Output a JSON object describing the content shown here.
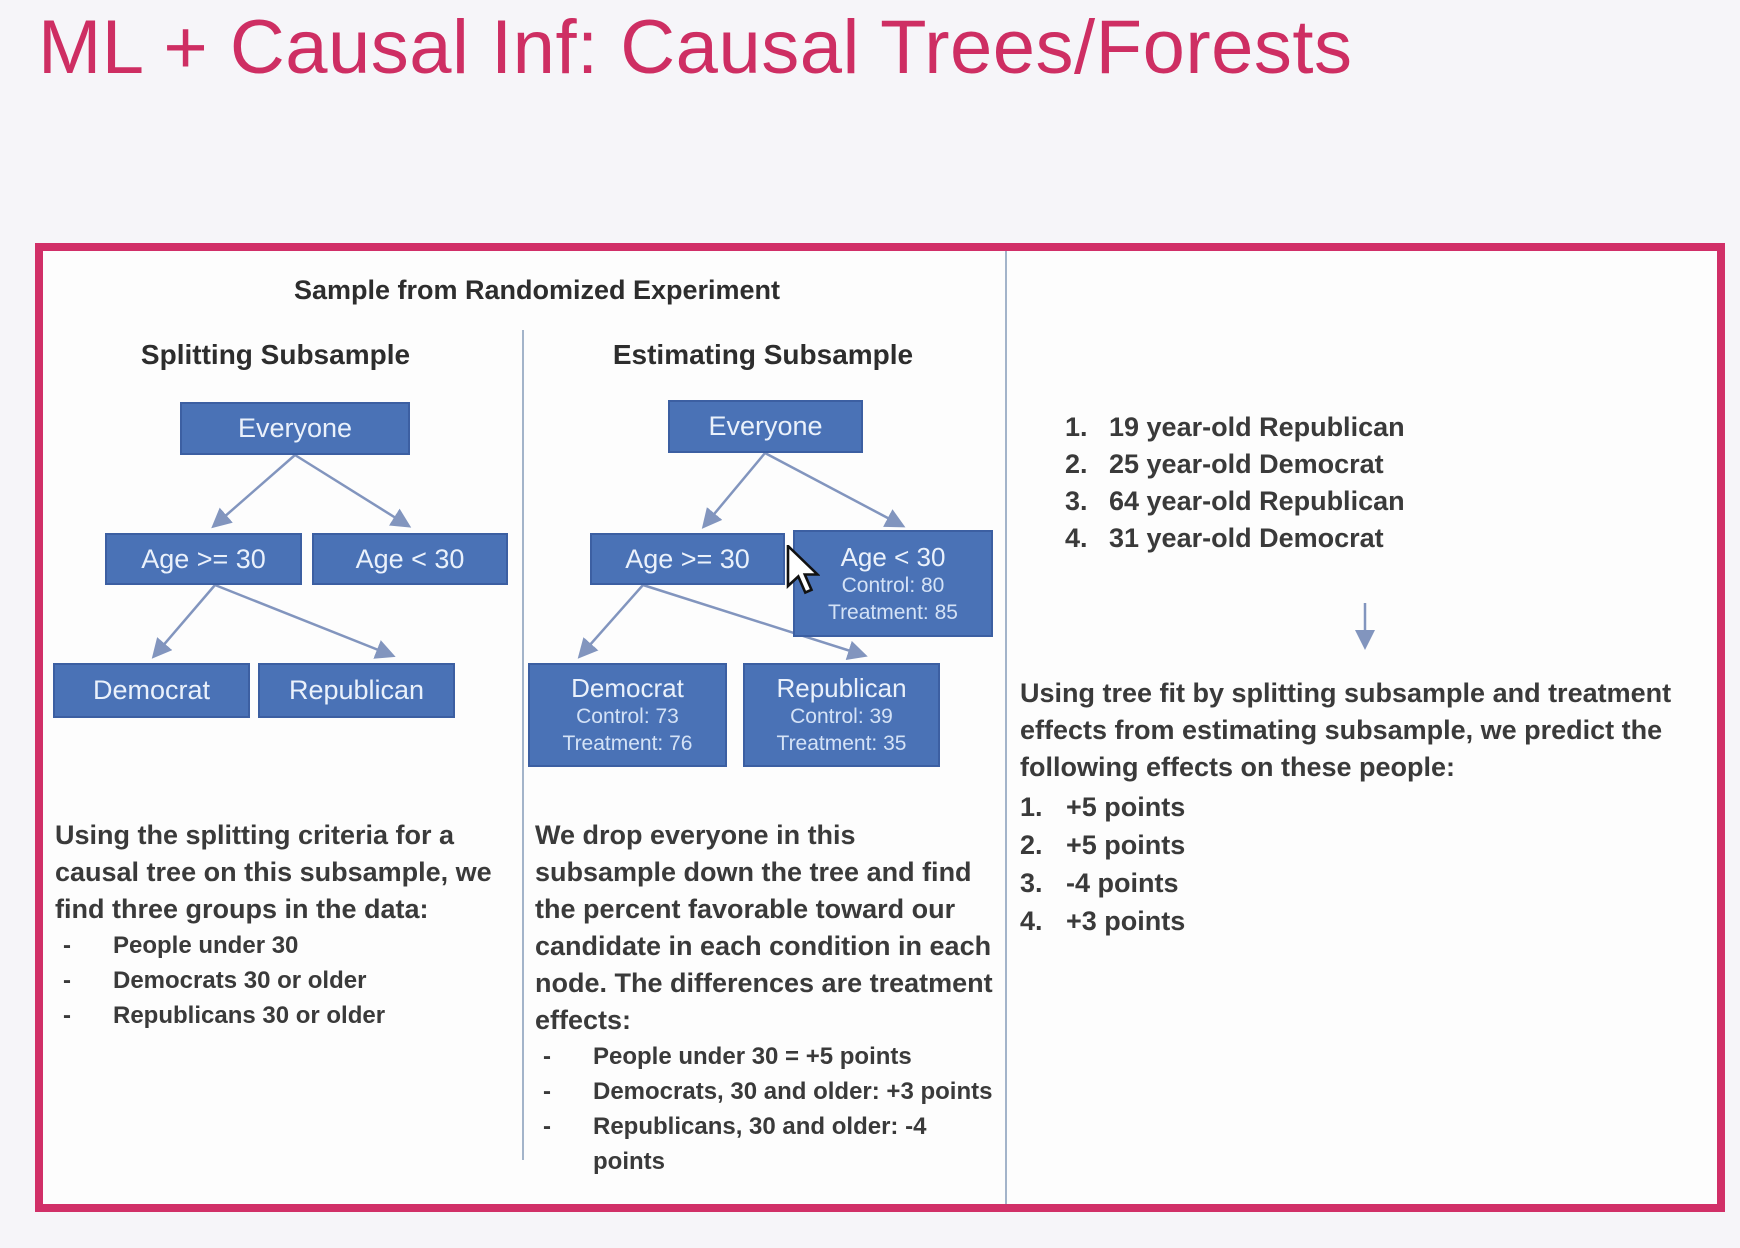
{
  "title": "ML + Causal Inf: Causal Trees/Forests",
  "panel": {
    "header": "Sample from Randomized Experiment",
    "splitting": {
      "heading": "Splitting Subsample",
      "tree": {
        "root": "Everyone",
        "left": "Age >= 30",
        "right": "Age < 30",
        "left_left": "Democrat",
        "left_right": "Republican"
      },
      "paragraph": "Using the splitting criteria for a causal tree on this subsample, we find three groups in the data:",
      "bullets": [
        {
          "marker": "-",
          "text": "People under 30"
        },
        {
          "marker": "-",
          "text": "Democrats 30 or older"
        },
        {
          "marker": "-",
          "text": "Republicans 30 or older"
        }
      ]
    },
    "estimating": {
      "heading": "Estimating Subsample",
      "tree": {
        "root": "Everyone",
        "left": "Age >= 30",
        "right": {
          "label": "Age < 30",
          "control": "Control: 80",
          "treatment": "Treatment: 85"
        },
        "left_left": {
          "label": "Democrat",
          "control": "Control: 73",
          "treatment": "Treatment: 76"
        },
        "left_right": {
          "label": "Republican",
          "control": "Control: 39",
          "treatment": "Treatment: 35"
        }
      },
      "paragraph": "We drop everyone in this subsample down the tree and find the percent favorable toward our candidate in each condition in each node. The differences are treatment effects:",
      "bullets": [
        {
          "marker": "-",
          "text": "People under 30 = +5 points"
        },
        {
          "marker": "-",
          "text": "Democrats, 30 and older: +3 points"
        },
        {
          "marker": "-",
          "text": "Republicans, 30 and older: -4 points"
        }
      ]
    },
    "prediction": {
      "people": [
        {
          "n": "1.",
          "text": "19 year-old Republican"
        },
        {
          "n": "2.",
          "text": "25 year-old Democrat"
        },
        {
          "n": "3.",
          "text": "64 year-old Republican"
        },
        {
          "n": "4.",
          "text": "31 year-old Democrat"
        }
      ],
      "paragraph": "Using tree fit by splitting subsample and treatment effects from estimating subsample, we predict the following effects on these people:",
      "effects": [
        {
          "n": "1.",
          "text": "+5 points"
        },
        {
          "n": "2.",
          "text": "+5 points"
        },
        {
          "n": "3.",
          "text": "-4 points"
        },
        {
          "n": "4.",
          "text": "+3 points"
        }
      ]
    }
  },
  "colors": {
    "accent_pink": "#d12f68",
    "title_pink": "#ce2e63",
    "node_blue": "#4a72b6",
    "node_border_blue": "#3c5fa2",
    "arrow_blue": "#8295be",
    "divider_gray_blue": "#a3b4ca",
    "text_dark": "#3a3a3a"
  }
}
